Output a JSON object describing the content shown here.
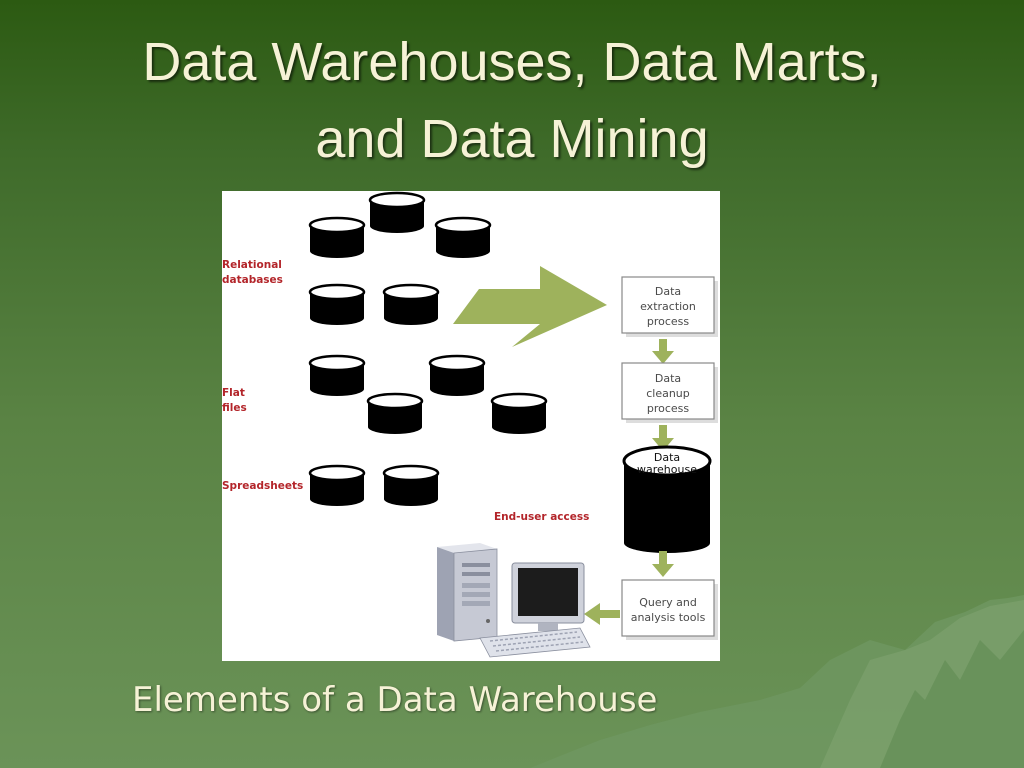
{
  "slide": {
    "title_line1": "Data Warehouses, Data Marts,",
    "title_line2": "and Data Mining",
    "caption": "Elements of a Data Warehouse"
  },
  "diagram": {
    "source_labels": {
      "relational_1": "Relational",
      "relational_2": "databases",
      "flat_1": "Flat",
      "flat_2": "files",
      "spreadsheets": "Spreadsheets"
    },
    "end_user_access": "End-user access",
    "extraction": [
      "Data",
      "extraction",
      "process"
    ],
    "cleanup": [
      "Data",
      "cleanup",
      "process"
    ],
    "warehouse": [
      "Data",
      "warehouse"
    ],
    "query": [
      "Query and",
      "analysis tools"
    ]
  },
  "colors": {
    "background_top": "#2c5a12",
    "background_bottom": "#6b9358",
    "arrow_green": "#9eb25c",
    "label_red": "#b3252a",
    "title_text": "#f6f2d6"
  }
}
